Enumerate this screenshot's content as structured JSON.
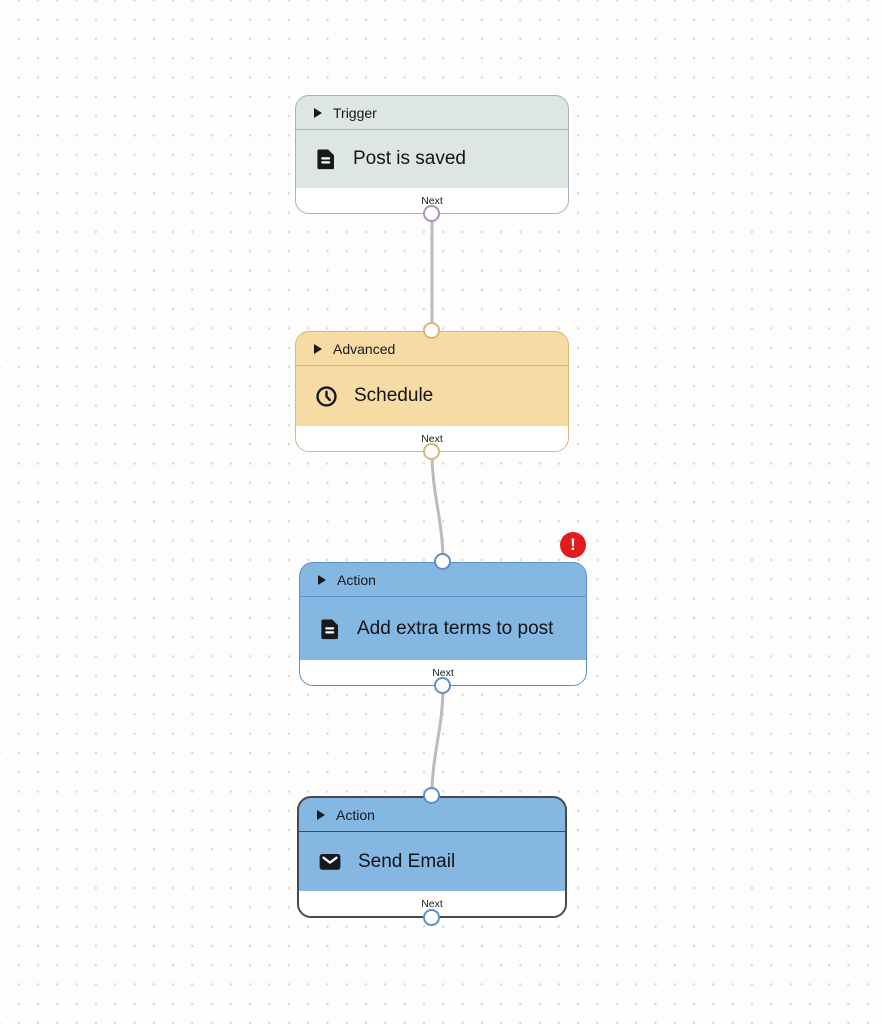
{
  "canvas": {
    "background": "#fdfdfd",
    "dot_color": "#d9d9d9",
    "connector_color": "#babac0"
  },
  "nodes": [
    {
      "category": "Trigger",
      "title": "Post is saved",
      "icon": "document-icon",
      "footer_label": "Next",
      "colors": {
        "fill": "#dee6e1",
        "border": "#a6b5ab",
        "output_port": "#b48cc4"
      }
    },
    {
      "category": "Advanced",
      "title": "Schedule",
      "icon": "clock-icon",
      "footer_label": "Next",
      "colors": {
        "fill": "#f6dba4",
        "border": "#d8b87b",
        "input_port": "#d8b87b",
        "output_port": "#d8b87b"
      }
    },
    {
      "category": "Action",
      "title": "Add extra terms to post",
      "icon": "document-icon",
      "footer_label": "Next",
      "has_error": true,
      "colors": {
        "fill": "#85b7e3",
        "border": "#5e90c3",
        "input_port": "#5e90c3",
        "output_port": "#5e90c3"
      }
    },
    {
      "category": "Action",
      "title": "Send Email",
      "icon": "envelope-icon",
      "footer_label": "Next",
      "selected": true,
      "colors": {
        "fill": "#85b7e3",
        "border": "#46494e",
        "input_port": "#5e90c3",
        "output_port": "#5e90c3"
      }
    }
  ],
  "error_badge": {
    "symbol": "!",
    "color": "#e01d1d"
  }
}
